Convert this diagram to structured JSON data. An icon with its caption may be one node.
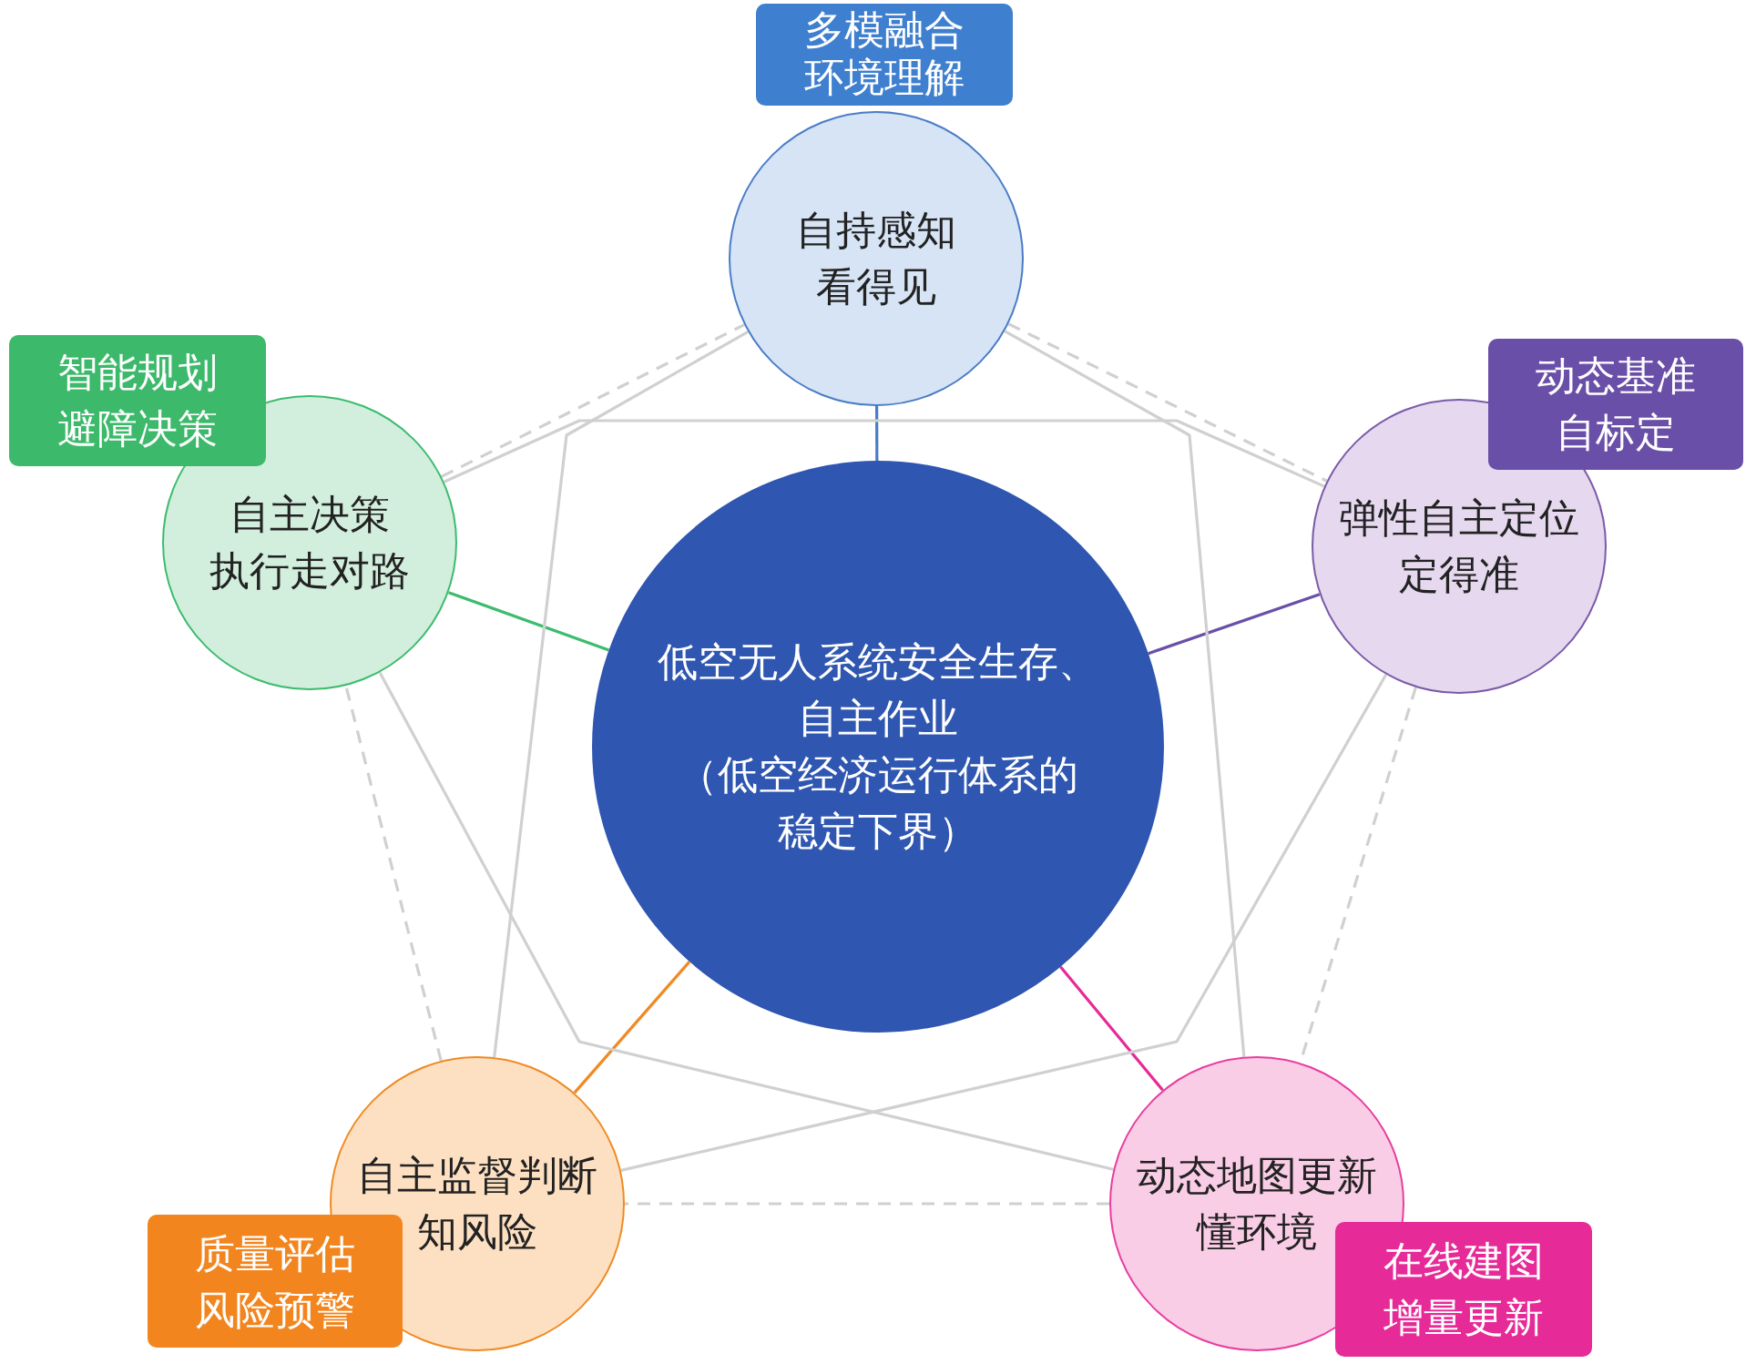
{
  "diagram": {
    "nodes": [
      {
        "text": [
          "多模融合环境理解"
        ]
      },
      {
        "text": [
          "自持感知",
          "看得见"
        ]
      },
      {
        "text": [
          "智能规划避障决策"
        ]
      },
      {
        "text": [
          "动态基准自标定"
        ]
      },
      {
        "text": [
          "自主决策",
          "执行走对路"
        ]
      },
      {
        "text": [
          "弹性自主定位",
          "定得准"
        ]
      },
      {
        "text": [
          "低空无人系统安全生存、自主作业",
          "（低空经济运行体系的稳定下界）"
        ]
      },
      {
        "text": [
          "自主监督判断",
          "知风险"
        ]
      },
      {
        "text": [
          "动态地图更新",
          "懂环境"
        ]
      },
      {
        "text": [
          "质量评估风险预警"
        ]
      },
      {
        "text": [
          "在线建图增量更新"
        ]
      }
    ],
    "edges": [
      {
        "from": 6,
        "to": 1,
        "arrow": "none",
        "color": "#4a7cc6"
      },
      {
        "from": 6,
        "to": 4,
        "arrow": "none",
        "color": "#3dbb6e"
      },
      {
        "from": 6,
        "to": 5,
        "arrow": "none",
        "color": "#6a4fa8"
      },
      {
        "from": 6,
        "to": 7,
        "arrow": "none",
        "color": "#f08a24"
      },
      {
        "from": 6,
        "to": 8,
        "arrow": "none",
        "color": "#e62a97"
      },
      {
        "from": 1,
        "to": 7,
        "arrow": "none"
      },
      {
        "from": 1,
        "to": 8,
        "arrow": "none"
      },
      {
        "from": 4,
        "to": 5,
        "arrow": "none"
      },
      {
        "from": 4,
        "to": 8,
        "arrow": "none"
      },
      {
        "from": 5,
        "to": 7,
        "arrow": "none"
      },
      {
        "from": 1,
        "to": 5,
        "arrow": "none",
        "style": "dashed"
      },
      {
        "from": 5,
        "to": 8,
        "arrow": "none",
        "style": "dashed"
      },
      {
        "from": 8,
        "to": 7,
        "arrow": "none",
        "style": "dashed"
      },
      {
        "from": 7,
        "to": 4,
        "arrow": "none",
        "style": "dashed"
      },
      {
        "from": 4,
        "to": 1,
        "arrow": "none",
        "style": "dashed"
      }
    ]
  }
}
